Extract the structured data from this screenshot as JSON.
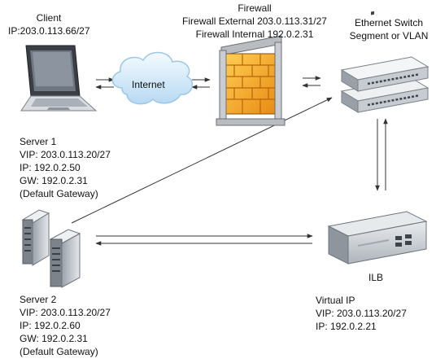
{
  "client": {
    "title": "Client",
    "ip": "IP:203.0.113.66/27",
    "icon": "laptop-icon"
  },
  "internet": {
    "label": "Internet",
    "icon": "cloud-icon"
  },
  "firewall": {
    "title": "Firewall",
    "external": "Firewall External 203.0.113.31/27",
    "internal": "Firewall Internal 192.0.2.31",
    "icon": "firewall-brick-icon"
  },
  "switch": {
    "line1": "Ethernet Switch",
    "line2": "Segment or VLAN",
    "icon": "ethernet-switch-icon"
  },
  "server1": {
    "title": "Server 1",
    "vip": "VIP: 203.0.113.20/27",
    "ip": "IP: 192.0.2.50",
    "gw": "GW: 192.0.2.31",
    "gw_note": "(Default Gateway)",
    "icon": "server-icon"
  },
  "server2": {
    "title": "Server 2",
    "vip": "VIP: 203.0.113.20/27",
    "ip": "IP: 192.0.2.60",
    "gw": "GW: 192.0.2.31",
    "gw_note": "(Default Gateway)",
    "icon": "server-icon"
  },
  "ilb": {
    "label": "ILB",
    "virtual_ip_title": "Virtual IP",
    "vip": "VIP: 203.0.113.20/27",
    "ip": "IP: 192.0.2.21",
    "icon": "load-balancer-icon"
  },
  "colors": {
    "line": "#333333",
    "cloud": "#cfe6f7",
    "firewall_brick": "#f0a020",
    "device_gray": "#c8ccd2"
  }
}
